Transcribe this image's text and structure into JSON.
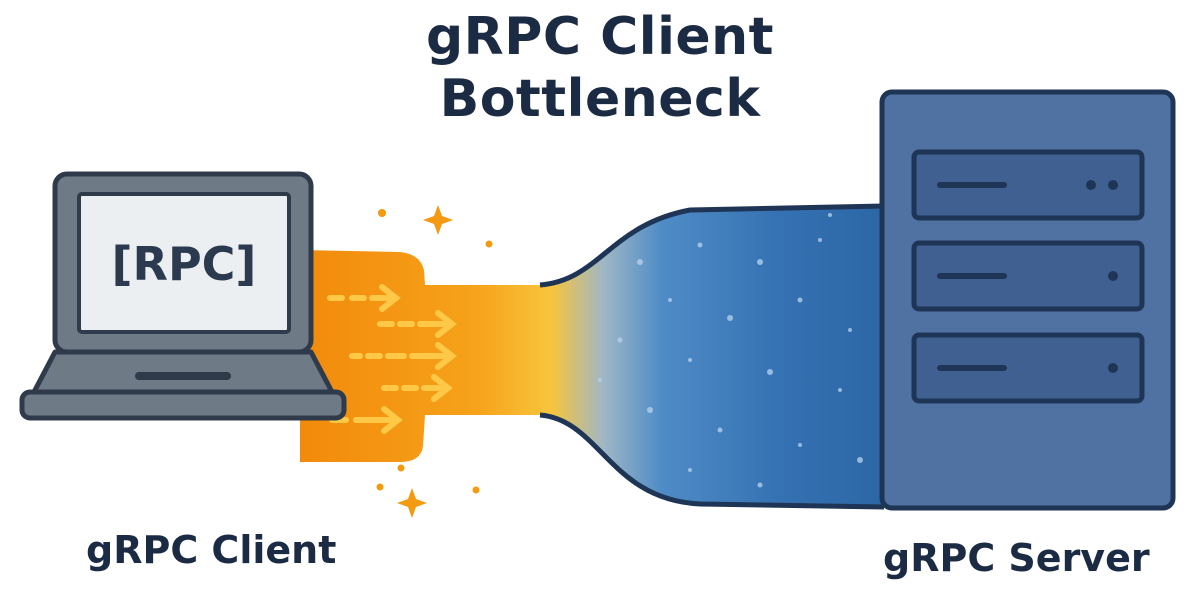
{
  "title": {
    "line1": "gRPC Client",
    "line2": "Bottleneck"
  },
  "client": {
    "label": "gRPC Client",
    "screen_text": "[RPC]"
  },
  "server": {
    "label": "gRPC Server"
  },
  "colors": {
    "title": "#1c2b44",
    "laptop_body": "#6f7a87",
    "laptop_outline": "#2f3b4a",
    "screen": "#eceff2",
    "client_flow": "#f28a0c",
    "arrow": "#ffc847",
    "bottleneck_glow": "#f6c33a",
    "server_flow": "#2c6aa8",
    "server_body": "#4f72a3",
    "server_outline": "#1e3556"
  },
  "icons": [
    "laptop-icon",
    "server-rack-icon",
    "arrow-right-icon",
    "sparkle-icon"
  ]
}
